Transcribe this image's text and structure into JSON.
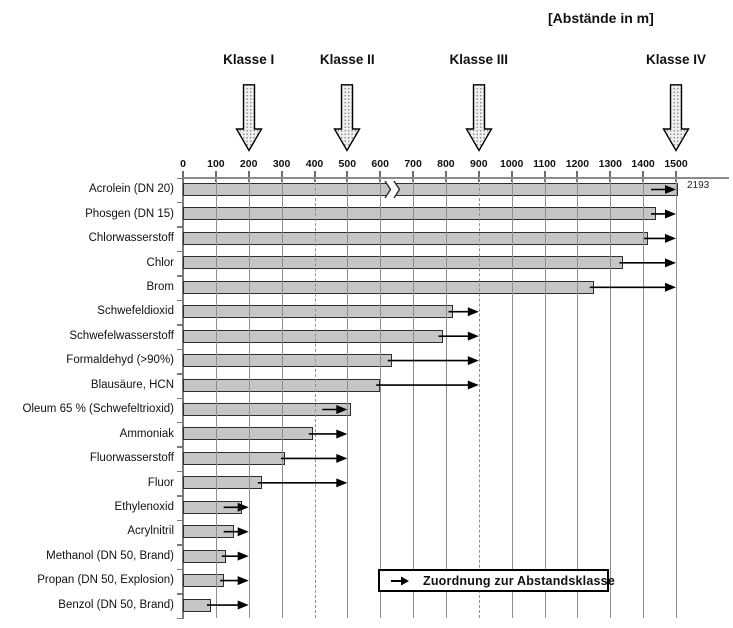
{
  "chart_data": {
    "type": "bar",
    "orientation": "horizontal",
    "title": "[Abstände in m]",
    "x_axis": {
      "min": 0,
      "max": 1500,
      "tick_step": 100,
      "ticks": [
        0,
        100,
        200,
        300,
        400,
        500,
        600,
        700,
        800,
        900,
        1000,
        1100,
        1200,
        1300,
        1400,
        1500
      ],
      "unit": "m",
      "dashed_gridlines": [
        400,
        900
      ],
      "grid": true
    },
    "classes": [
      {
        "label": "Klasse I",
        "boundary": 200
      },
      {
        "label": "Klasse II",
        "boundary": 500
      },
      {
        "label": "Klasse III",
        "boundary": 900
      },
      {
        "label": "Klasse IV",
        "boundary": 1500
      }
    ],
    "rows": [
      {
        "label": "Acrolein (DN 20)",
        "value": 2193,
        "display_value": 1505,
        "arrow_to": 1500,
        "abstandsklasse": "Klasse IV",
        "axis_break": true,
        "break_at": [
          615,
          655
        ],
        "annotation": "2193"
      },
      {
        "label": "Phosgen (DN 15)",
        "value": 1440,
        "arrow_to": 1500,
        "abstandsklasse": "Klasse IV"
      },
      {
        "label": "Chlorwasserstoff",
        "value": 1415,
        "arrow_to": 1500,
        "abstandsklasse": "Klasse IV"
      },
      {
        "label": "Chlor",
        "value": 1340,
        "arrow_to": 1500,
        "abstandsklasse": "Klasse IV"
      },
      {
        "label": "Brom",
        "value": 1250,
        "arrow_to": 1500,
        "abstandsklasse": "Klasse IV"
      },
      {
        "label": "Schwefeldioxid",
        "value": 820,
        "arrow_to": 900,
        "abstandsklasse": "Klasse III"
      },
      {
        "label": "Schwefelwasserstoff",
        "value": 790,
        "arrow_to": 900,
        "abstandsklasse": "Klasse III"
      },
      {
        "label": "Formaldehyd (>90%)",
        "value": 635,
        "arrow_to": 900,
        "abstandsklasse": "Klasse III"
      },
      {
        "label": "Blausäure, HCN",
        "value": 600,
        "arrow_to": 900,
        "abstandsklasse": "Klasse III"
      },
      {
        "label": "Oleum 65 % (Schwefeltrioxid)",
        "value": 510,
        "arrow_to": 500,
        "abstandsklasse": "Klasse II"
      },
      {
        "label": "Ammoniak",
        "value": 395,
        "arrow_to": 500,
        "abstandsklasse": "Klasse II"
      },
      {
        "label": "Fluorwasserstoff",
        "value": 310,
        "arrow_to": 500,
        "abstandsklasse": "Klasse II"
      },
      {
        "label": "Fluor",
        "value": 240,
        "arrow_to": 500,
        "abstandsklasse": "Klasse II"
      },
      {
        "label": "Ethylenoxid",
        "value": 180,
        "arrow_to": 200,
        "abstandsklasse": "Klasse I"
      },
      {
        "label": "Acrylnitril",
        "value": 155,
        "arrow_to": 200,
        "abstandsklasse": "Klasse I"
      },
      {
        "label": "Methanol (DN 50, Brand)",
        "value": 130,
        "arrow_to": 200,
        "abstandsklasse": "Klasse I"
      },
      {
        "label": "Propan (DN 50, Explosion)",
        "value": 125,
        "arrow_to": 200,
        "abstandsklasse": "Klasse I"
      },
      {
        "label": "Benzol (DN 50, Brand)",
        "value": 85,
        "arrow_to": 200,
        "abstandsklasse": "Klasse I"
      }
    ],
    "legend": {
      "symbol": "arrow-right",
      "label": "Zuordnung zur Abstandsklasse"
    }
  },
  "colors": {
    "bar_fill": "#c6c6c6",
    "bar_border": "#2e2e2e",
    "gridline": "#8f8f8f",
    "axis": "#8a8a8a",
    "assignment_arrow": "#000000",
    "klasse_arrow_fill": "#f0f0f0",
    "klasse_arrow_dots": "#8a8a8a"
  }
}
